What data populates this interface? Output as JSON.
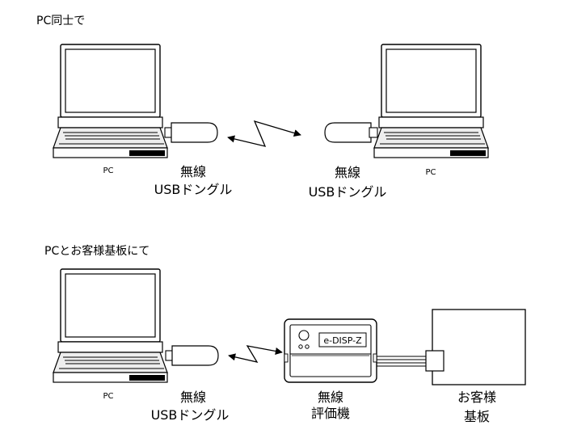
{
  "sections": {
    "pc_to_pc": {
      "heading": "PC同士で"
    },
    "pc_to_board": {
      "heading": "PCとお客様基板にて"
    }
  },
  "labels": {
    "pc": "PC",
    "dongle_line1": "無線",
    "dongle_line2": "USBドングル",
    "eval_line1": "無線",
    "eval_line2": "評価機",
    "eval_display": "e-DISP-Z",
    "board_line1": "お客様",
    "board_line2": "基板"
  },
  "colors": {
    "stroke": "#000000",
    "screen_fill": "#ffffff",
    "keyboard_fill": "#eeeeee",
    "battery": "#000000"
  },
  "icons": [
    "laptop-icon",
    "usb-dongle-icon",
    "wireless-signal-icon",
    "evaluation-device-icon",
    "customer-board-icon"
  ]
}
